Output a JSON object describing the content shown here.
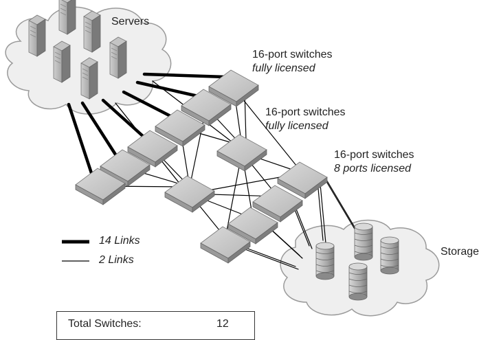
{
  "labels": {
    "servers": "Servers",
    "storage": "Storage",
    "switch_groups": [
      {
        "title": "16-port switches",
        "license": "fully licensed"
      },
      {
        "title": "16-port switches",
        "license": "fully licensed"
      },
      {
        "title": "16-port switches",
        "license": "8 ports licensed"
      }
    ]
  },
  "legend": [
    {
      "label": "14 Links",
      "style": "thick"
    },
    {
      "label": "2 Links",
      "style": "thin"
    }
  ],
  "totals": {
    "label": "Total Switches:",
    "value": "12"
  },
  "colors": {
    "cloud_fill": "#efefef",
    "cloud_stroke": "#9a9a9a",
    "switch_top": "#c9c9c9",
    "switch_side": "#8e8e8e",
    "link": "#000000"
  }
}
